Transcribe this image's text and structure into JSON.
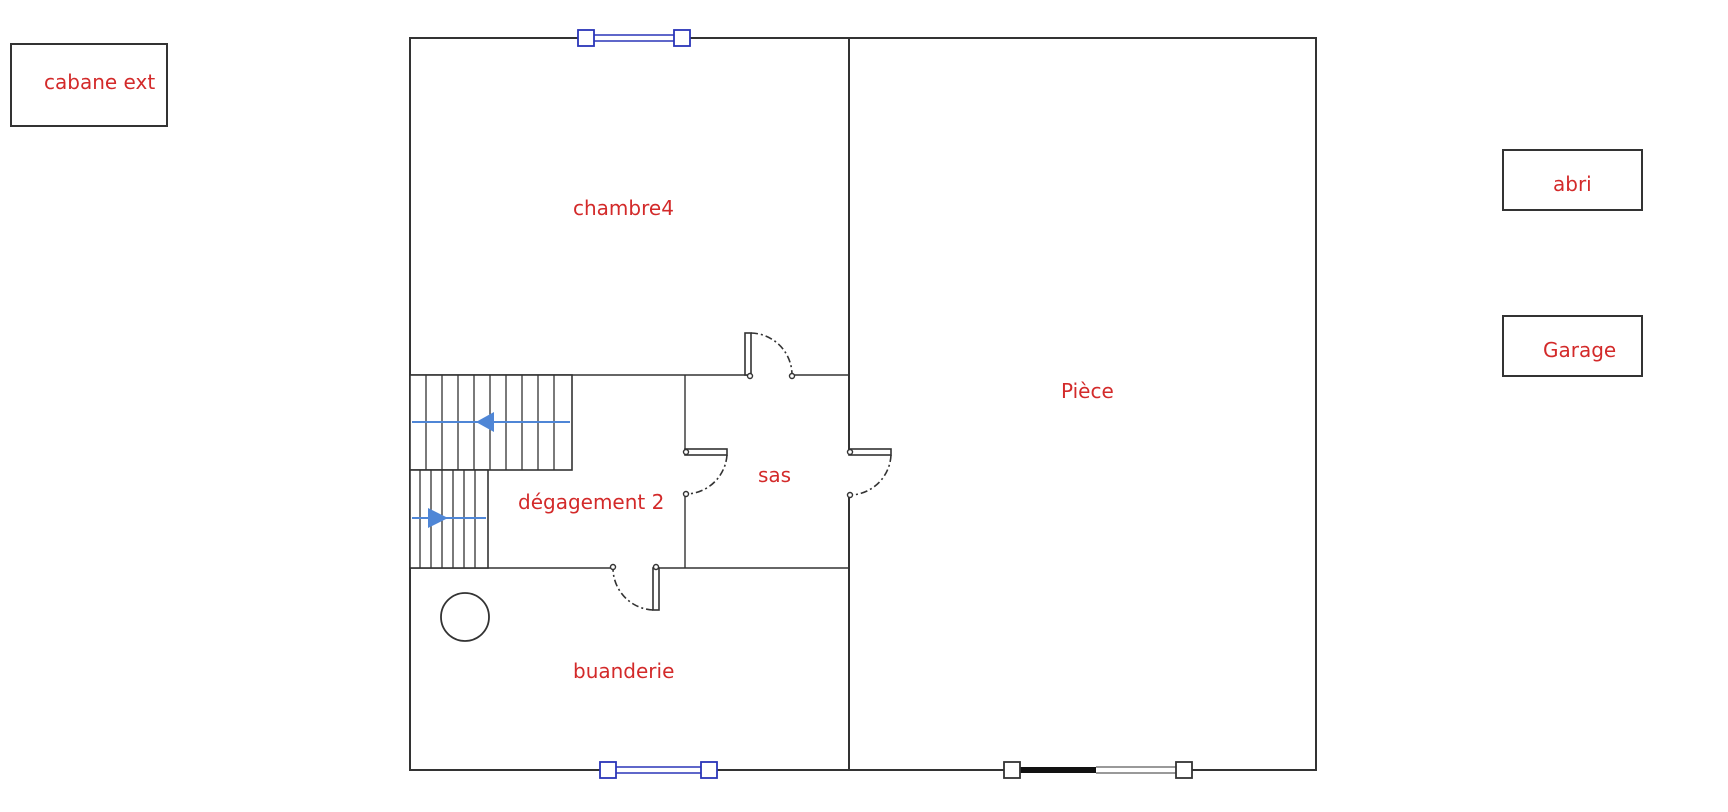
{
  "rooms": {
    "chambre4": "chambre4",
    "piece": "Pièce",
    "sas": "sas",
    "degagement": "dégagement 2",
    "buanderie": "buanderie"
  },
  "outbuildings": {
    "cabane": "cabane ext",
    "abri": "abri",
    "garage": "Garage"
  },
  "colors": {
    "label": "#d32a2a",
    "wall": "#333333",
    "window": "#2a35b8",
    "stair_arrow": "#4f86d6"
  }
}
